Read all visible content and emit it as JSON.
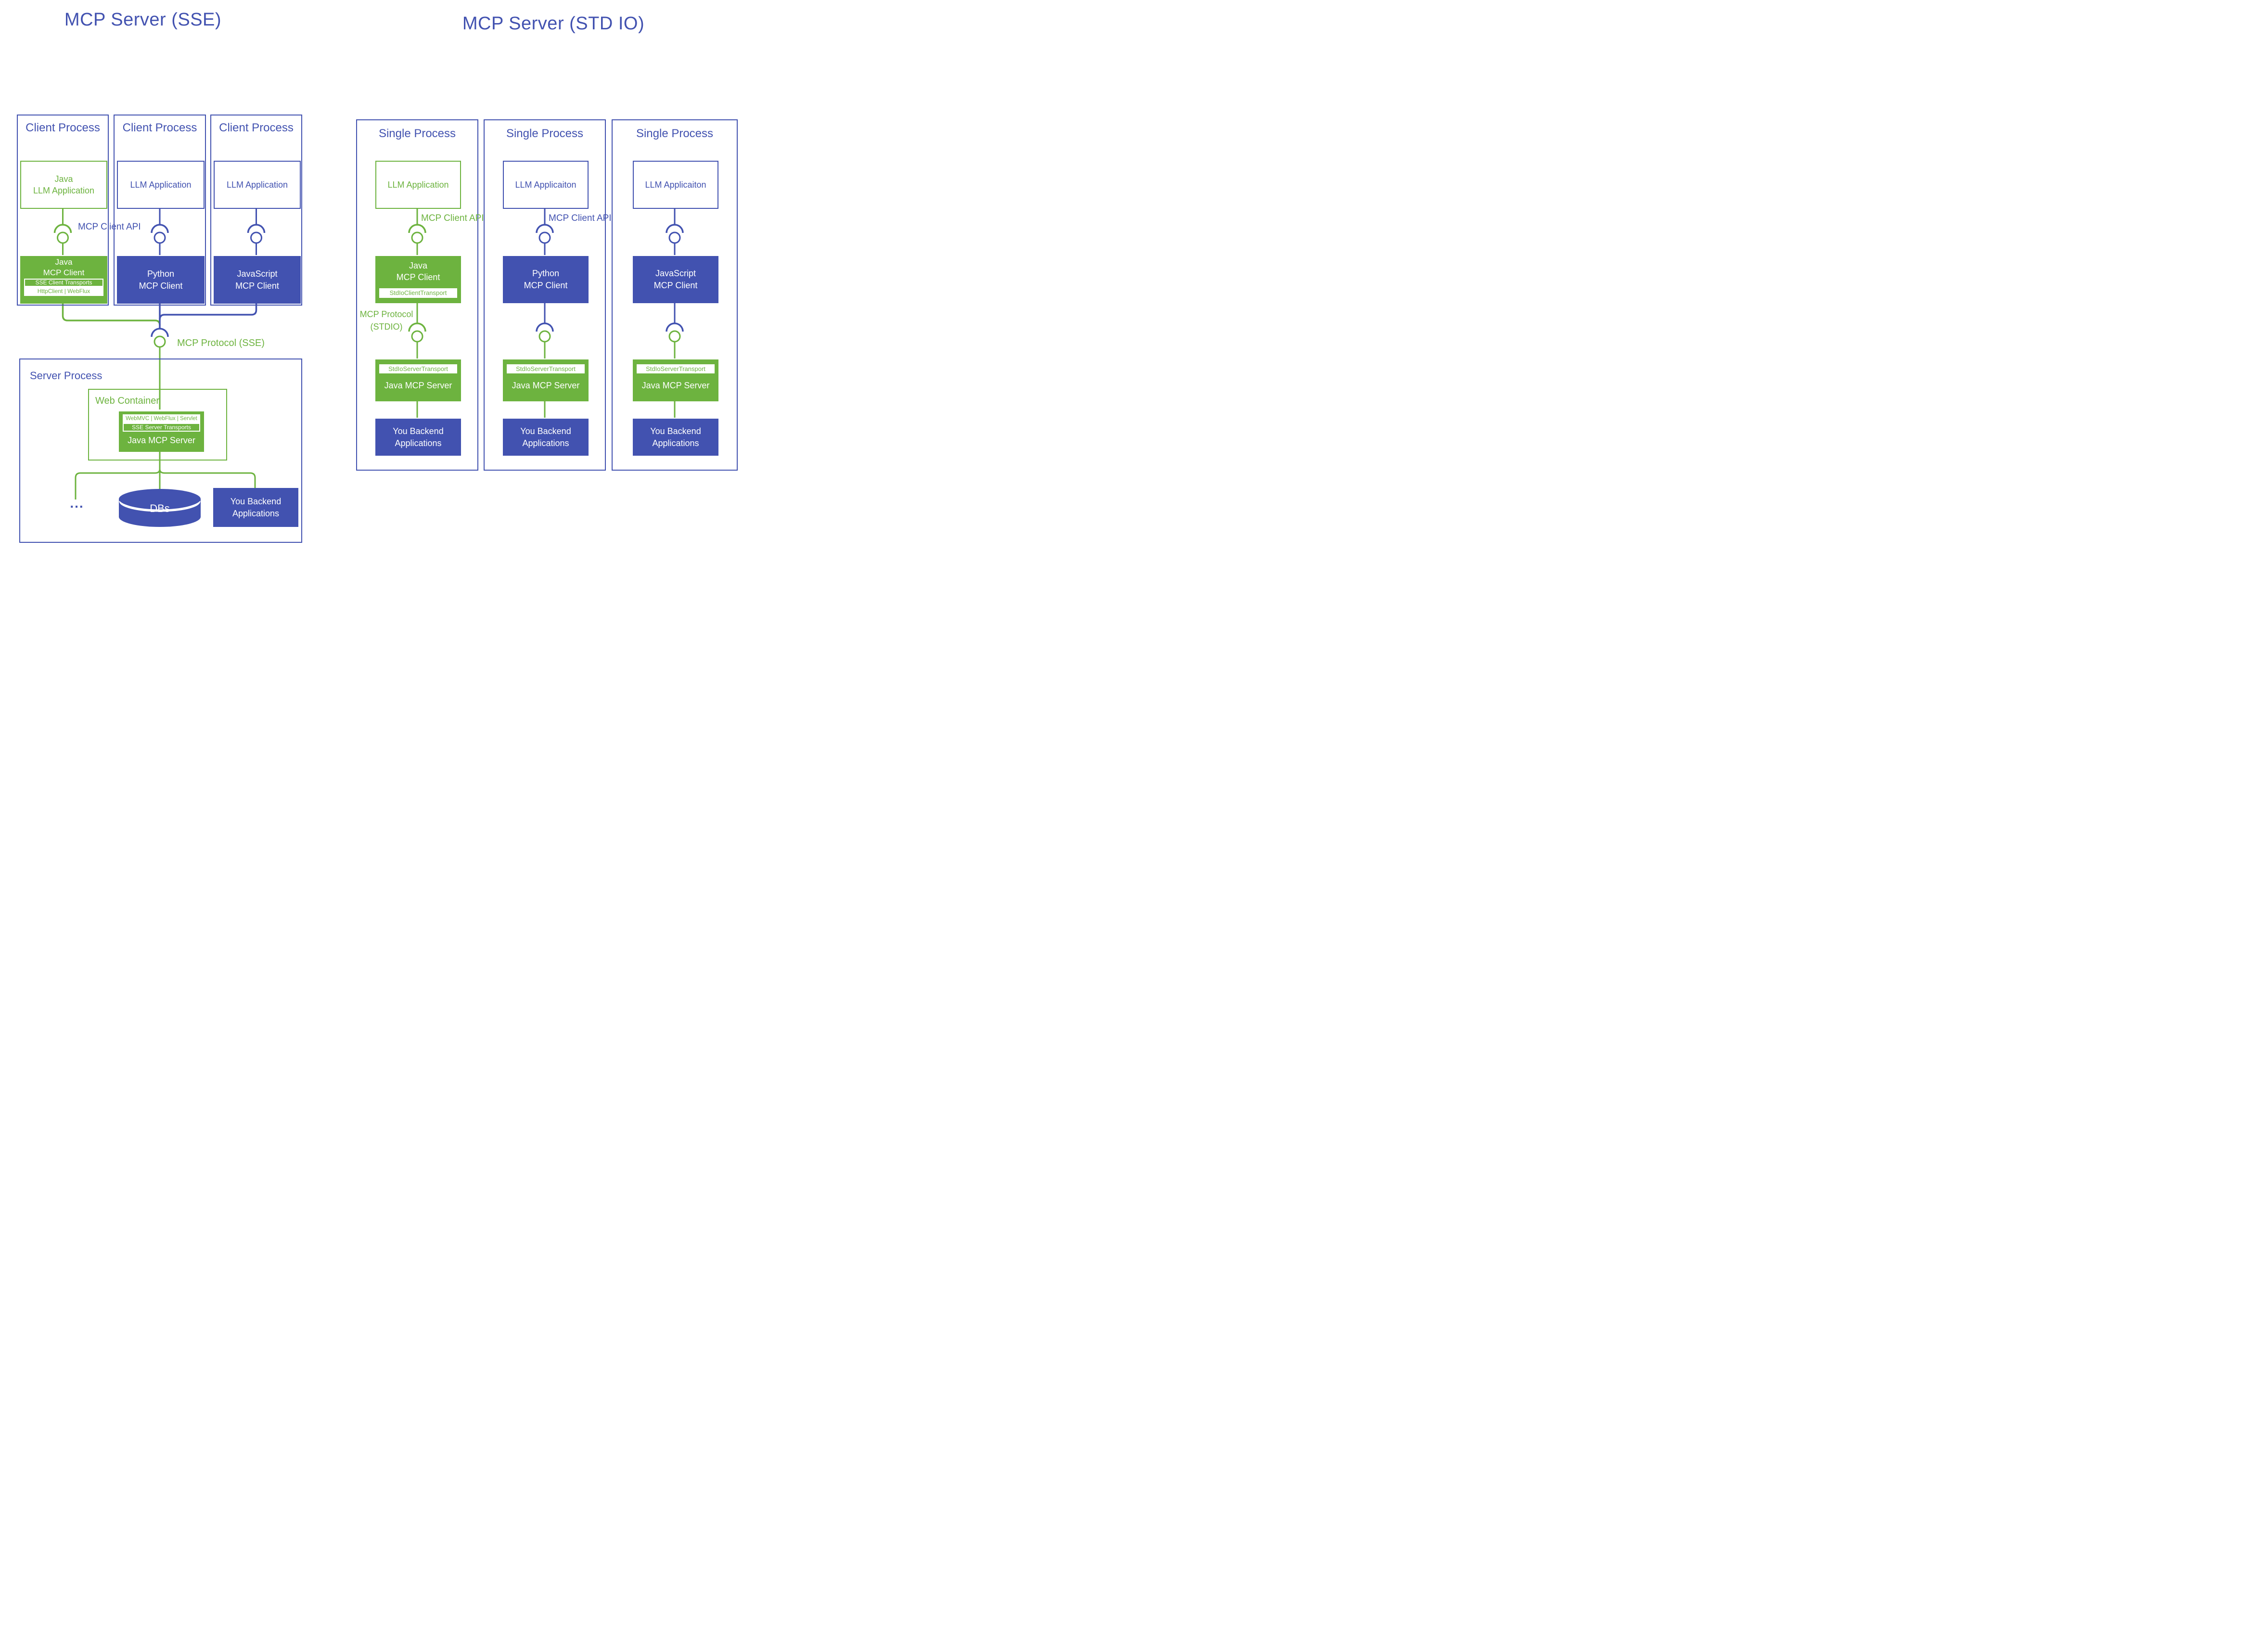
{
  "colors": {
    "blue": "#4252B0",
    "green": "#6DB33F"
  },
  "left": {
    "title": "MCP Server (SSE)",
    "api_label": "MCP Client API",
    "protocol_label": "MCP Protocol (SSE)",
    "clients": [
      {
        "process": "Client Process",
        "app_line1": "Java",
        "app_line2": "LLM Application",
        "client_line1": "Java",
        "client_line2": "MCP Client",
        "band1": "SSE Client Transports",
        "band2": "HttpClient | WebFlux"
      },
      {
        "process": "Client Process",
        "app_line1": "LLM Application",
        "client_line1": "Python",
        "client_line2": "MCP Client"
      },
      {
        "process": "Client Process",
        "app_line1": "LLM Application",
        "client_line1": "JavaScript",
        "client_line2": "MCP Client"
      }
    ],
    "server": {
      "process": "Server Process",
      "container": "Web Container",
      "band1": "WebMVC | WebFlux | Servlet",
      "band2": "SSE Server Transports",
      "title": "Java MCP Server",
      "ellipsis": "...",
      "db": "DBs",
      "backend_line1": "You Backend",
      "backend_line2": "Applications"
    }
  },
  "right": {
    "title": "MCP Server (STD IO)",
    "columns": [
      {
        "process": "Single Process",
        "app": "LLM Application",
        "api_label": "MCP Client API",
        "client_line1": "Java",
        "client_line2": "MCP Client",
        "client_band": "StdIoClientTransport",
        "protocol_line1": "MCP Protocol",
        "protocol_line2": "(STDIO)",
        "server_band": "StdIoServerTransport",
        "server_title": "Java MCP Server",
        "backend_line1": "You Backend",
        "backend_line2": "Applications"
      },
      {
        "process": "Single Process",
        "app": "LLM Applicaiton",
        "api_label": "MCP Client API",
        "client_line1": "Python",
        "client_line2": "MCP Client",
        "server_band": "StdIoServerTransport",
        "server_title": "Java MCP Server",
        "backend_line1": "You Backend",
        "backend_line2": "Applications"
      },
      {
        "process": "Single Process",
        "app": "LLM Applicaiton",
        "client_line1": "JavaScript",
        "client_line2": "MCP Client",
        "server_band": "StdIoServerTransport",
        "server_title": "Java MCP Server",
        "backend_line1": "You Backend",
        "backend_line2": "Applications"
      }
    ]
  }
}
